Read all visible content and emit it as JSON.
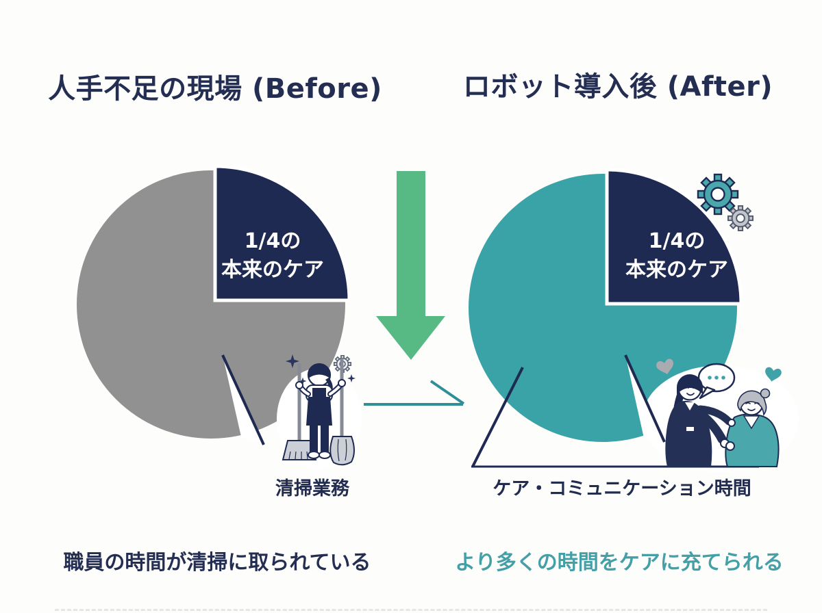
{
  "infographic": {
    "before": {
      "title": "人手不足の現場 (Before)",
      "pie_label": [
        "1/4の",
        "本来のケア"
      ],
      "callout_label": "清掃業務",
      "caption": "職員の時間が清掃に取られている"
    },
    "after": {
      "title": "ロボット導入後 (After)",
      "pie_label": [
        "1/4の",
        "本来のケア"
      ],
      "callout_label": "ケア・コミュニケーション時間",
      "caption": "より多くの時間をケアに充てられる"
    }
  },
  "colors": {
    "navy": "#1e2a52",
    "title_text": "#242e52",
    "gray_slice": "#919191",
    "teal_slice": "#39a3a7",
    "green_arrow": "#57b983",
    "teal_arrow": "#2f8f99",
    "teal_caption": "#459fa6",
    "gray_accent": "#b9bcc2",
    "background": "#fdfdfc"
  },
  "icons": {
    "transition": "down-arrow-icon",
    "secondary_transition": "right-arrow-icon",
    "robot_gears": "gear-icon",
    "cleaning_sparkles": "sparkle-icon",
    "care_hearts": "heart-icon",
    "conversation": "ellipsis-speech-bubble-icon"
  },
  "chart_data": [
    {
      "type": "pie",
      "title": "人手不足の現場 (Before)",
      "slices": [
        {
          "label": "清掃業務",
          "value": 75,
          "unit": "%",
          "color": "#919191"
        },
        {
          "label": "1/4の本来のケア",
          "value": 25,
          "unit": "%",
          "color": "#1e2a52"
        }
      ],
      "highlight_slice": "1/4の本来のケア",
      "highlight_position": "top-right quadrant (12 to 3 o'clock), exploded with white gap",
      "legend_position": "none",
      "annotations": [
        "1/4の 本来のケア (inside navy slice)",
        "清掃業務 (callout below pie)"
      ]
    },
    {
      "type": "pie",
      "title": "ロボット導入後 (After)",
      "slices": [
        {
          "label": "ケア・コミュニケーション時間",
          "value": 75,
          "unit": "%",
          "color": "#39a3a7"
        },
        {
          "label": "1/4の本来のケア",
          "value": 25,
          "unit": "%",
          "color": "#1e2a52"
        }
      ],
      "highlight_slice": "1/4の本来のケア",
      "highlight_position": "top-right quadrant (12 to 3 o'clock), exploded with white gap",
      "legend_position": "none",
      "annotations": [
        "1/4の 本来のケア (inside navy slice)",
        "ケア・コミュニケーション時間 (callout below pie)"
      ]
    }
  ]
}
